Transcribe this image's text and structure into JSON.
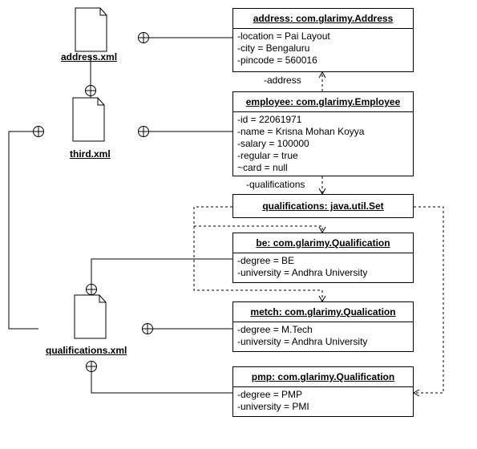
{
  "files": {
    "address": {
      "name": "address.xml"
    },
    "third": {
      "name": "third.xml"
    },
    "qualifications": {
      "name": "qualifications.xml"
    }
  },
  "objects": {
    "address": {
      "title": "address: com.glarimy.Address",
      "attrs": [
        "-location = Pai Layout",
        "-city = Bengaluru",
        "-pincode = 560016"
      ]
    },
    "employee": {
      "title": "employee: com.glarimy.Employee",
      "attrs": [
        "-id = 22061971",
        "-name = Krisna Mohan Koyya",
        "-salary = 100000",
        "-regular = true",
        "~card = null"
      ]
    },
    "qualifications": {
      "title": "qualifications: java.util.Set",
      "attrs": []
    },
    "be": {
      "title": "be: com.glarimy.Qualification",
      "attrs": [
        "-degree = BE",
        "-university = Andhra University"
      ]
    },
    "metch": {
      "title": "metch: com.glarimy.Qualication",
      "attrs": [
        "-degree = M.Tech",
        "-university = Andhra University"
      ]
    },
    "pmp": {
      "title": "pmp: com.glarimy.Qualification",
      "attrs": [
        "-degree = PMP",
        "-university = PMI"
      ]
    }
  },
  "edge_labels": {
    "address": "-address",
    "qualifications": "-qualifications"
  }
}
